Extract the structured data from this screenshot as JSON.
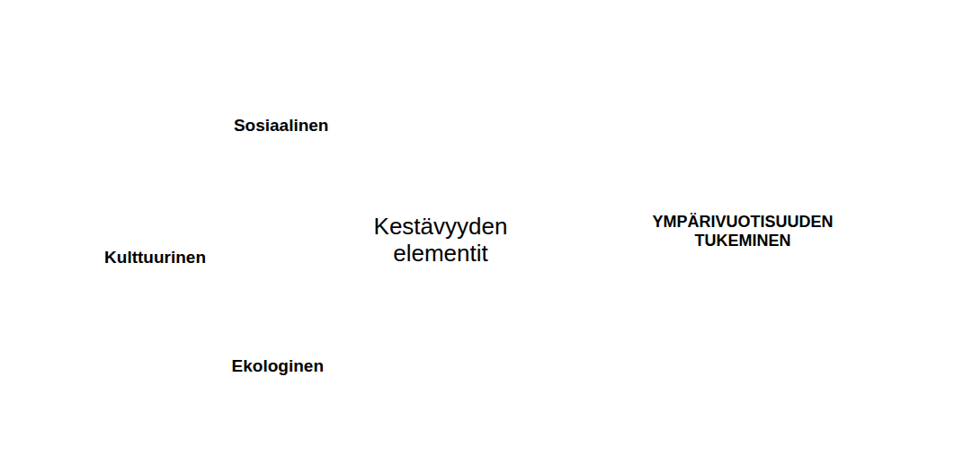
{
  "diagram": {
    "nodes": [
      {
        "text": [
          "Sosiaalinen"
        ]
      },
      {
        "text": [
          "Kulttuurinen"
        ]
      },
      {
        "text": [
          "Kestävyyden elementit"
        ]
      },
      {
        "text": [
          "Ekologinen"
        ]
      },
      {
        "text": [
          "YMPÄRIVUOTISUUDEN TUKEMINEN"
        ]
      }
    ]
  }
}
